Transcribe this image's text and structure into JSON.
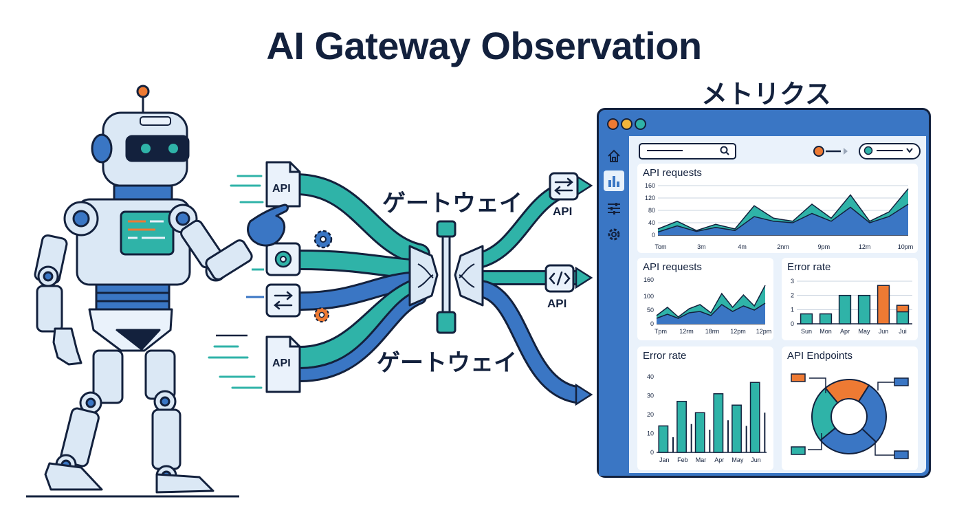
{
  "title": "AI Gateway Observation",
  "metrics_label": "メトリクス",
  "gateway_label_top": "ゲートウェイ",
  "gateway_label_bottom": "ゲートウェイ",
  "inputs": {
    "doc_top": "API",
    "doc_bottom": "API"
  },
  "outputs": {
    "top": "API",
    "middle": "API"
  },
  "colors": {
    "navy": "#13213d",
    "teal": "#2fb3a8",
    "blue": "#3a76c4",
    "orange": "#ee7a33",
    "light": "#dbe8f5"
  },
  "dashboard": {
    "sidebar_icons": [
      "home-icon",
      "bar-chart-icon",
      "filter-sliders-icon",
      "gear-icon"
    ],
    "panels": {
      "requests_main": {
        "title": "API requests",
        "y_ticks": [
          "160",
          "120",
          "80",
          "40",
          "0"
        ],
        "x_ticks": [
          "Tom",
          "3m",
          "4m",
          "2nm",
          "9pm",
          "12m",
          "10pm"
        ]
      },
      "requests_small": {
        "title": "API requests",
        "y_ticks": [
          "160",
          "100",
          "50",
          "0"
        ],
        "x_ticks": [
          "Tpm",
          "12rm",
          "18rm",
          "12pm",
          "12pm"
        ]
      },
      "error_small": {
        "title": "Error rate",
        "y_ticks": [
          "3",
          "2",
          "1",
          "0"
        ],
        "x_ticks": [
          "Sun",
          "Mon",
          "Apr",
          "May",
          "Jun",
          "Jui"
        ]
      },
      "error_large": {
        "title": "Error rate",
        "y_ticks": [
          "40",
          "30",
          "20",
          "10",
          "0"
        ],
        "x_ticks": [
          "Jan",
          "Feb",
          "Mar",
          "Apr",
          "May",
          "Jun"
        ]
      },
      "endpoints": {
        "title": "API Endpoints"
      }
    }
  },
  "chart_data": [
    {
      "type": "area",
      "title": "API requests",
      "ylim": [
        0,
        160
      ],
      "categories": [
        "Tom",
        "3m",
        "4m",
        "2nm",
        "9pm",
        "12m",
        "10pm"
      ],
      "series": [
        {
          "values": [
            20,
            45,
            15,
            35,
            20,
            95,
            55,
            45,
            100,
            55,
            130,
            45,
            75,
            150
          ]
        },
        {
          "values": [
            10,
            30,
            12,
            25,
            15,
            60,
            45,
            40,
            70,
            45,
            90,
            40,
            60,
            100
          ]
        }
      ]
    },
    {
      "type": "area",
      "title": "API requests",
      "ylim": [
        0,
        160
      ],
      "categories": [
        "Tpm",
        "12rm",
        "18rm",
        "12pm",
        "12pm"
      ],
      "series": [
        {
          "values": [
            30,
            60,
            25,
            55,
            70,
            40,
            110,
            60,
            105,
            65,
            140
          ]
        },
        {
          "values": [
            20,
            35,
            20,
            40,
            45,
            30,
            70,
            45,
            65,
            50,
            75
          ]
        }
      ]
    },
    {
      "type": "bar",
      "title": "Error rate",
      "ylim": [
        0,
        3
      ],
      "categories": [
        "Sun",
        "Mon",
        "Apr",
        "May",
        "Jun",
        "Jui"
      ],
      "values": [
        0.7,
        0.7,
        2.0,
        2.0,
        2.7,
        1.3
      ]
    },
    {
      "type": "bar",
      "title": "Error rate",
      "ylim": [
        0,
        40
      ],
      "categories": [
        "Jan",
        "Feb",
        "Mar",
        "Apr",
        "May",
        "Jun"
      ],
      "series": [
        {
          "values": [
            14,
            27,
            21,
            31,
            25,
            37
          ]
        },
        {
          "values": [
            8,
            15,
            12,
            17,
            14,
            21
          ]
        }
      ]
    },
    {
      "type": "pie",
      "title": "API Endpoints",
      "values": [
        20,
        28,
        27,
        25
      ]
    }
  ]
}
